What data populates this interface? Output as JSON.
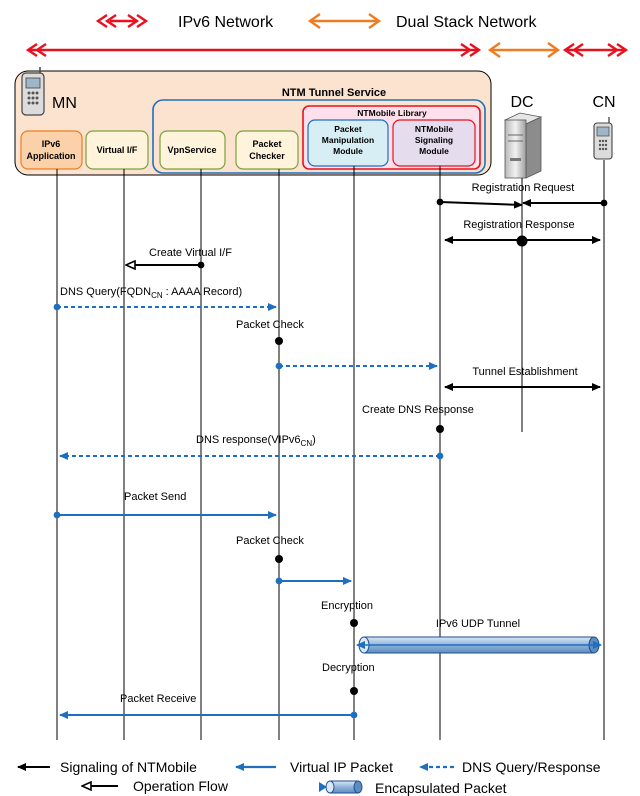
{
  "legend_top": {
    "ipv6_network": "IPv6 Network",
    "dual_stack_network": "Dual Stack Network"
  },
  "nodes": {
    "mn": "MN",
    "dc": "DC",
    "cn": "CN",
    "ntm_tunnel_service": "NTM Tunnel Service",
    "ntmobile_library": "NTMobile Library",
    "ipv6_application": [
      "IPv6",
      "Application"
    ],
    "virtual_if": "Virtual I/F",
    "vpnservice": "VpnService",
    "packet_checker": [
      "Packet",
      "Checker"
    ],
    "packet_manipulation_module": [
      "Packet",
      "Manipulation",
      "Module"
    ],
    "ntmobile_signaling_module": [
      "NTMobile",
      "Signaling",
      "Module"
    ]
  },
  "messages": {
    "registration_request": "Registration Request",
    "registration_response": "Registration Response",
    "create_virtual_if": "Create Virtual I/F",
    "dns_query_prefix": "DNS Query(FQDN",
    "dns_query_sub": "CN",
    "dns_query_suffix": " : AAAA Record)",
    "packet_check_1": "Packet Check",
    "tunnel_establishment": "Tunnel Establishment",
    "create_dns_response": "Create DNS Response",
    "dns_response_prefix": "DNS response(VIPv6",
    "dns_response_sub": "CN",
    "dns_response_suffix": ")",
    "packet_send": "Packet Send",
    "packet_check_2": "Packet Check",
    "encryption": "Encryption",
    "ipv6_udp_tunnel": "IPv6 UDP Tunnel",
    "decryption": "Decryption",
    "packet_receive": "Packet Receive"
  },
  "legend_bottom": {
    "signaling": "Signaling of NTMobile",
    "virtual_ip_packet": "Virtual IP Packet",
    "dns_query_response": "DNS Query/Response",
    "operation_flow": "Operation Flow",
    "encapsulated_packet": "Encapsulated Packet"
  },
  "colors": {
    "ipv6_red": "#e8111f",
    "dual_orange": "#f07c22",
    "blue": "#1e6fc0",
    "mn_box": "#fce3cf",
    "app_box": "#fbd1aa",
    "virt_box": "#fff3dc",
    "lib_box": "#fde0eb",
    "pmm_box": "#d7eef4",
    "nsm_box": "#e5dcee",
    "tunnel": "#8fb3da"
  }
}
